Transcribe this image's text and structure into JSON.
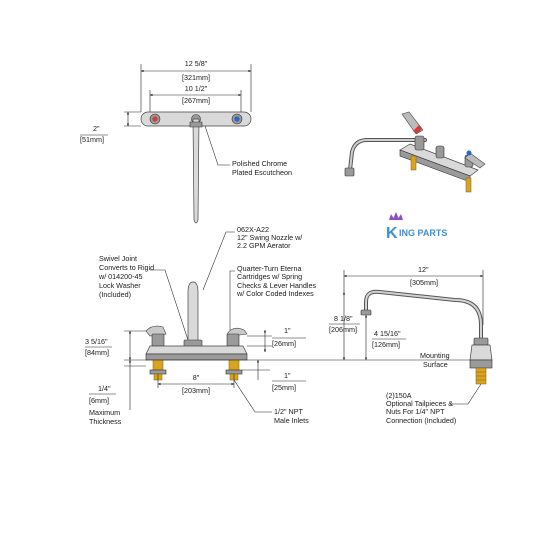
{
  "top_view": {
    "overall_width_in": "12 5/8\"",
    "overall_width_mm": "[321mm]",
    "centers_in": "10 1/2\"",
    "centers_mm": "[267mm]",
    "depth_in": "2\"",
    "depth_mm": "[51mm]",
    "escutcheon_line1": "Polished Chrome",
    "escutcheon_line2": "Plated Escutcheon"
  },
  "logo": {
    "brand_k": "K",
    "brand_rest": "ING PARTS"
  },
  "front_view": {
    "nozzle_line1": "062X-A22",
    "nozzle_line2": "12\" Swing Nozzle w/",
    "nozzle_line3": "2.2 GPM Aerator",
    "swivel_line1": "Swivel Joint",
    "swivel_line2": "Converts to Rigid",
    "swivel_line3": "w/ 014200-45",
    "swivel_line4": "Lock Washer",
    "swivel_line5": "(Included)",
    "cartridge_line1": "Quarter-Turn Eterna",
    "cartridge_line2": "Cartridges w/ Spring",
    "cartridge_line3": "Checks & Lever Handles",
    "cartridge_line4": "w/ Color Coded Indexes",
    "height_in": "3 5/16\"",
    "height_mm": "[84mm]",
    "handle_in": "1\"",
    "handle_mm": "[26mm]",
    "centers_in": "8\"",
    "centers_mm": "[203mm]",
    "shank_in": "1\"",
    "shank_mm": "[25mm]",
    "thickness_in": "1/4\"",
    "thickness_mm": "[6mm]",
    "thickness_line1": "Maximum",
    "thickness_line2": "Thickness",
    "npt_line1": "1/2\" NPT",
    "npt_line2": "Male Inlets"
  },
  "side_view": {
    "reach_in": "12\"",
    "reach_mm": "[305mm]",
    "height_in": "8 1/8\"",
    "height_mm": "[206mm]",
    "spout_in": "4 15/16\"",
    "spout_mm": "[126mm]",
    "mounting_line1": "Mounting",
    "mounting_line2": "Surface",
    "tailpiece_line1": "(2)150A",
    "tailpiece_line2": "Optional Tailpieces &",
    "tailpiece_line3": "Nuts For 1/4\" NPT",
    "tailpiece_line4": "Connection (Included)"
  },
  "colors": {
    "hot_index": "#d43b3b",
    "cold_index": "#2d64c8",
    "brass": "#d9a520",
    "logo_blue": "#3d8fd6",
    "logo_purple": "#8d4fc4"
  }
}
